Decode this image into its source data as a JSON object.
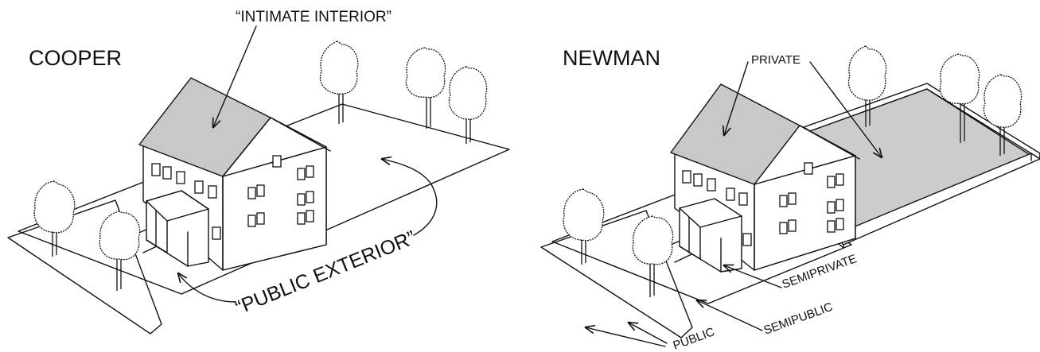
{
  "colors": {
    "roof": "#c8c8c8",
    "shaded_area": "#cccccc",
    "ink": "#111111"
  },
  "left": {
    "title": "COOPER",
    "label_interior": "“INTIMATE INTERIOR”",
    "label_exterior": "“PUBLIC EXTERIOR”"
  },
  "right": {
    "title": "NEWMAN",
    "label_private": "PRIVATE",
    "label_semiprivate": "SEMIPRIVATE",
    "label_semipublic": "SEMIPUBLIC",
    "label_public": "PUBLIC"
  }
}
